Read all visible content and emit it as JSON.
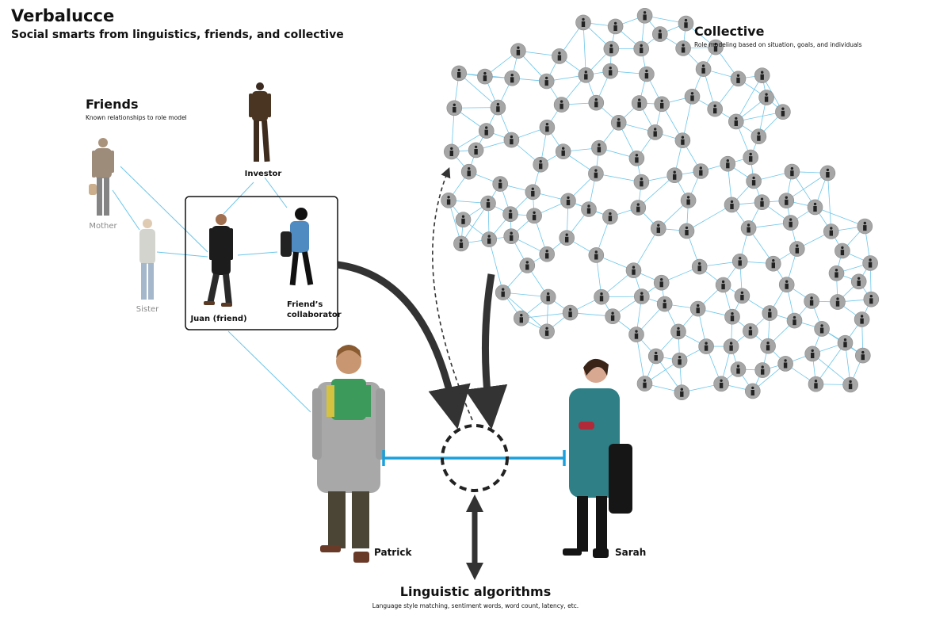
{
  "header": {
    "title": "Verbalucce",
    "subtitle": "Social smarts from linguistics, friends, and collective"
  },
  "friends": {
    "title": "Friends",
    "subtitle": "Known relationships to role model",
    "people": {
      "mother": "Mother",
      "sister": "Sister",
      "investor": "Investor",
      "juan": "Juan (friend)",
      "collaborator": "Friend’s collaborator"
    }
  },
  "collective": {
    "title": "Collective",
    "subtitle": "Role modeling based on situation, goals, and individuals"
  },
  "conversation": {
    "patrick": "Patrick",
    "sarah": "Sarah"
  },
  "linguistics": {
    "title": "Linguistic algorithms",
    "subtitle": "Language style matching, sentiment words, word count, latency, etc."
  },
  "colors": {
    "link": "#6cc6ea",
    "conversation_line": "#1aa0dc",
    "node": "#a6a6a6",
    "arrow": "#333333",
    "scarf": "#3c9b5a",
    "coat_sarah": "#2f7f87"
  }
}
